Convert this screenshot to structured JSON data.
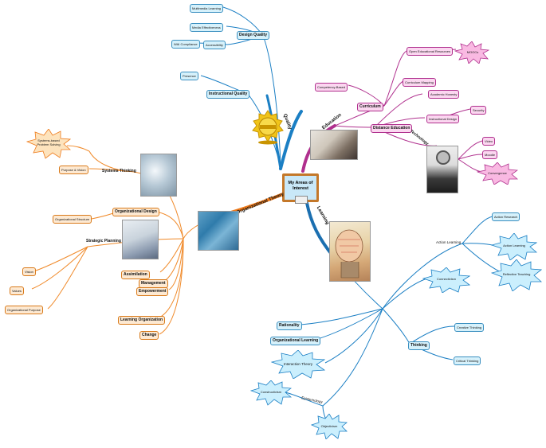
{
  "center": {
    "title": "My Areas of Interest"
  },
  "branches": {
    "quality": "Quality",
    "education": "Education",
    "organizational_theory": "Organizational Theory",
    "learning": "Learning"
  },
  "quality": {
    "design_quality": "Design Quality",
    "multimedia_learning": "Multimedia Learning",
    "media_effectiveness": "Media Effectiveness",
    "accessibility": "Accessibility",
    "wai_compliance": "WAI Compliance",
    "instructional_quality": "Instructional Quality",
    "presence": "Presence"
  },
  "education": {
    "curriculum": "Curriculum",
    "competency_based": "Competency-Based",
    "open_educational_resources": "Open Educational Resources",
    "moocs": "MOOCs",
    "curriculum_mapping": "Curriculum Mapping",
    "distance_education": "Distance Education",
    "academic_honesty": "Academic Honesty",
    "instructional_design": "Instructional Design",
    "security": "Security",
    "technology": "Technology",
    "video": "Video",
    "moodle": "Moodle",
    "convergence": "Convergence"
  },
  "organizational": {
    "systems_thinking": "Systems Thinking",
    "systems_based_problem_solving": "Systems-based Problem Solving",
    "purpose_vision": "Purpose & Vision",
    "organizational_design": "Organizational Design",
    "organizational_structure": "Organizational Structure",
    "strategic_planning": "Strategic Planning",
    "vision": "Vision",
    "values": "Values",
    "organizational_purpose": "Organizational Purpose",
    "assimilation": "Assimilation",
    "management": "Management",
    "empowerment": "Empowerment",
    "learning_organization": "Learning Organization",
    "change": "Change"
  },
  "learning": {
    "action_learning": "Action Learning",
    "action_research": "Action Research",
    "action_learning_star": "Action Learning",
    "reflective_teaching": "Reflective Teaching",
    "connectivism": "Connectivism",
    "rationality": "Rationality",
    "organizational_learning": "Organizational Learning",
    "interaction_theory": "Interaction Theory",
    "thinking": "Thinking",
    "creative_thinking": "Creative Thinking",
    "critical_thinking": "Critical Thinking",
    "constructivism": "Constructivism",
    "epistemology": "Epistemology",
    "objectivism": "Objectivism"
  },
  "colors": {
    "quality": "#1b7fc4",
    "education": "#b0308e",
    "organizational": "#ee7a1a",
    "learning": "#1b6fb0",
    "center_fill": "#c9e8f8",
    "center_border": "#c4782a",
    "star_blue": "#cbeffd",
    "star_pink": "#f9b9e2",
    "star_orange": "#fde3bd"
  }
}
